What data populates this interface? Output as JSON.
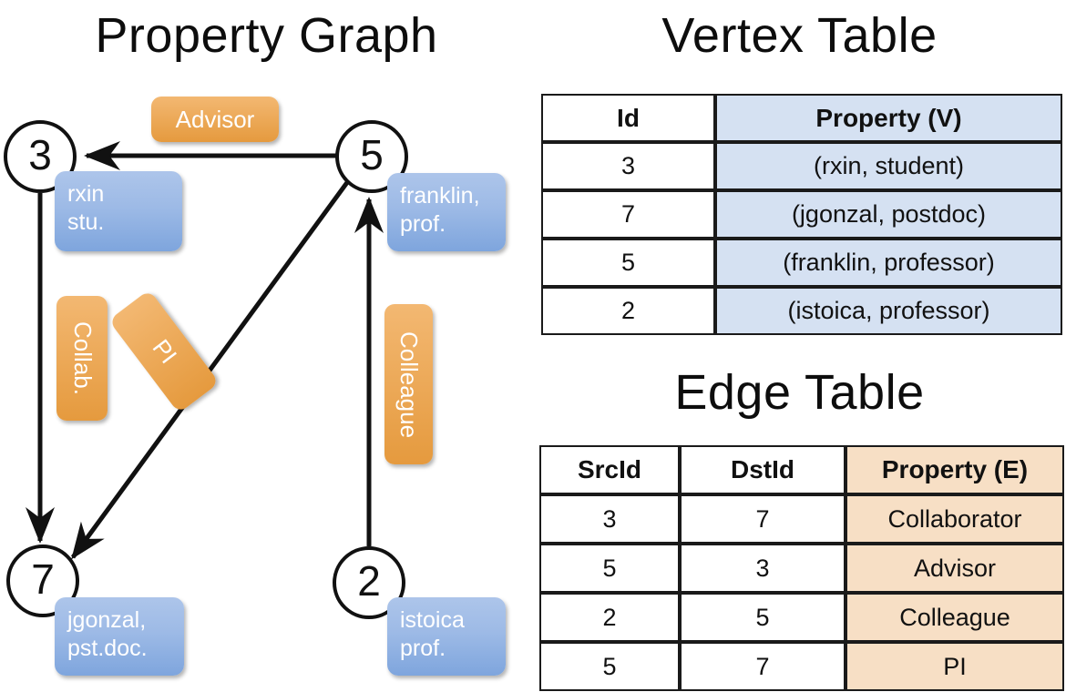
{
  "titles": {
    "graph": "Property Graph",
    "vertex": "Vertex Table",
    "edge": "Edge Table"
  },
  "graph": {
    "nodes": [
      {
        "id": "3",
        "property_line1": "rxin",
        "property_line2": "stu."
      },
      {
        "id": "5",
        "property_line1": "franklin,",
        "property_line2": "prof."
      },
      {
        "id": "7",
        "property_line1": "jgonzal,",
        "property_line2": "pst.doc."
      },
      {
        "id": "2",
        "property_line1": "istoica",
        "property_line2": "prof."
      }
    ],
    "edge_labels": [
      {
        "text": "Advisor",
        "from": "5",
        "to": "3"
      },
      {
        "text": "Collab.",
        "from": "3",
        "to": "7"
      },
      {
        "text": "PI",
        "from": "5",
        "to": "7"
      },
      {
        "text": "Colleague",
        "from": "2",
        "to": "5"
      }
    ]
  },
  "vertex_table": {
    "headers": [
      "Id",
      "Property (V)"
    ],
    "rows": [
      {
        "id": "3",
        "property": "(rxin, student)"
      },
      {
        "id": "7",
        "property": "(jgonzal, postdoc)"
      },
      {
        "id": "5",
        "property": "(franklin, professor)"
      },
      {
        "id": "2",
        "property": "(istoica, professor)"
      }
    ]
  },
  "edge_table": {
    "headers": [
      "SrcId",
      "DstId",
      "Property (E)"
    ],
    "rows": [
      {
        "src": "3",
        "dst": "7",
        "property": "Collaborator"
      },
      {
        "src": "5",
        "dst": "3",
        "property": "Advisor"
      },
      {
        "src": "2",
        "dst": "5",
        "property": "Colleague"
      },
      {
        "src": "5",
        "dst": "7",
        "property": "PI"
      }
    ]
  },
  "colors": {
    "vertex_property_fill": "#d5e1f2",
    "edge_property_fill": "#f7dfc5",
    "node_box_blue": "#9dbae6",
    "edge_label_orange": "#eda css",
    "stroke": "#111111"
  }
}
